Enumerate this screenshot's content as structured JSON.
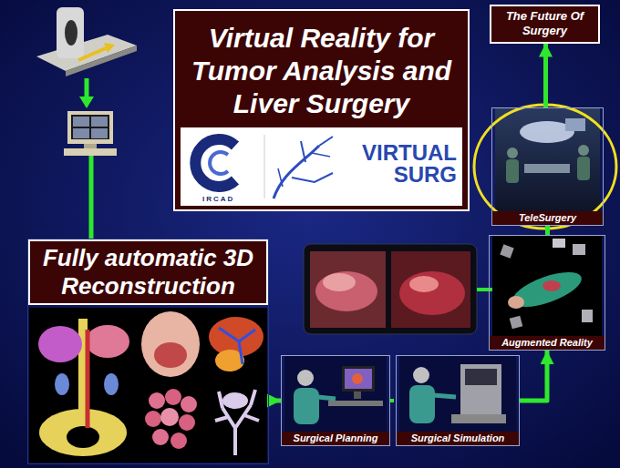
{
  "diagram": {
    "nodes": [
      {
        "text": [
          "Virtual Reality for Tumor Analysis and Liver Surgery",
          "IRCAD",
          "VIRTUAL SURG"
        ]
      },
      {
        "text": [
          "The Future Of Surgery"
        ]
      },
      {
        "text": [
          "TeleSurgery"
        ]
      },
      {
        "text": [
          "Fully automatic 3D Reconstruction"
        ]
      },
      {
        "text": [
          "Augmented Reality"
        ]
      },
      {
        "text": [
          "Surgical Planning"
        ]
      },
      {
        "text": [
          "Surgical Simulation"
        ]
      }
    ],
    "edges": [
      {
        "from": 3,
        "to": 5,
        "arrow": "to"
      },
      {
        "from": 5,
        "to": 6,
        "arrow": "none"
      },
      {
        "from": 6,
        "to": 4,
        "arrow": "to"
      },
      {
        "from": 4,
        "to": 2,
        "arrow": "none"
      },
      {
        "from": 2,
        "to": 1,
        "arrow": "to"
      }
    ]
  }
}
